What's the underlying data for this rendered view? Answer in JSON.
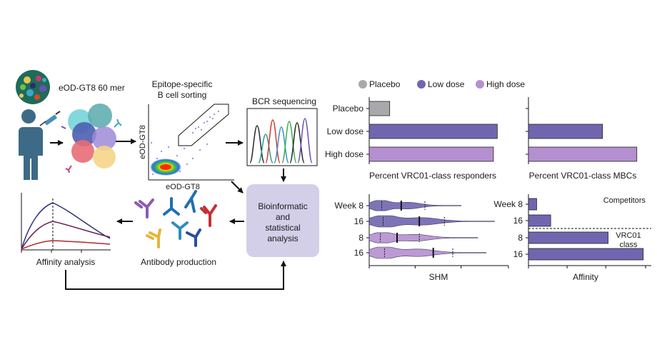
{
  "workflow": {
    "immunogen_label": "eOD-GT8 60 mer",
    "sorting_title_line1": "Epitope-specific",
    "sorting_title_line2": "B cell sorting",
    "facs_x_label": "eOD-GT8",
    "facs_y_label": "eOD-GT8",
    "sequencing_label": "BCR sequencing",
    "analysis_line1": "Bioinformatic",
    "analysis_line2": "and",
    "analysis_line3": "statistical",
    "analysis_line4": "analysis",
    "antibody_label": "Antibody production",
    "affinity_label": "Affinity analysis"
  },
  "colors": {
    "placebo": "#a9a9ad",
    "low_dose": "#7066b0",
    "high_dose": "#b590d1",
    "patient": "#3d6a86",
    "analysis_box": "#d4cfe9",
    "aff_high": "#2c2f7a",
    "aff_mid": "#6a2557",
    "aff_low": "#b3282e"
  },
  "legend": {
    "items": [
      {
        "label": "Placebo",
        "color": "#a9a9ad"
      },
      {
        "label": "Low dose",
        "color": "#7066b0"
      },
      {
        "label": "High dose",
        "color": "#b590d1"
      }
    ]
  },
  "chart_data": [
    {
      "type": "bar",
      "orientation": "horizontal",
      "categories": [
        "Placebo",
        "Low dose",
        "High dose"
      ],
      "values": [
        0.16,
        1.0,
        0.97
      ],
      "xlabel": "Percent VRC01-class responders"
    },
    {
      "type": "bar",
      "orientation": "horizontal",
      "categories": [
        "Placebo",
        "Low dose",
        "High dose"
      ],
      "values": [
        0,
        0.67,
        0.98
      ],
      "xlabel": "Percent VRC01-class MBCs"
    },
    {
      "type": "violin",
      "orientation": "horizontal",
      "categories": [
        "Week 8",
        "16",
        "8",
        "16"
      ],
      "groups": [
        "Low dose",
        "Low dose",
        "High dose",
        "High dose"
      ],
      "medians": [
        0.23,
        0.36,
        0.2,
        0.46
      ],
      "quartiles": [
        [
          0.09,
          0.4
        ],
        [
          0.1,
          0.54
        ],
        [
          0.08,
          0.36
        ],
        [
          0.11,
          0.6
        ]
      ],
      "xlabel": "SHM"
    },
    {
      "type": "bar",
      "orientation": "horizontal",
      "categories": [
        "Week 8",
        "16",
        "8",
        "16"
      ],
      "values": [
        0.07,
        0.19,
        0.68,
        0.98
      ],
      "annotations": [
        "Competitors",
        "VRC01",
        "class"
      ],
      "xlabel": "Affinity"
    }
  ]
}
